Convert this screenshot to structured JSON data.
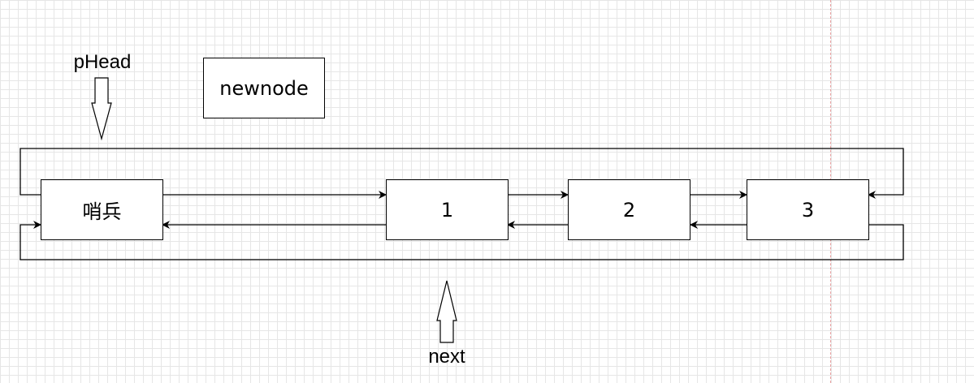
{
  "labels": {
    "phead": "pHead",
    "next": "next"
  },
  "nodes": {
    "newnode": "newnode",
    "sentinel": "哨兵",
    "n1": "1",
    "n2": "2",
    "n3": "3"
  }
}
